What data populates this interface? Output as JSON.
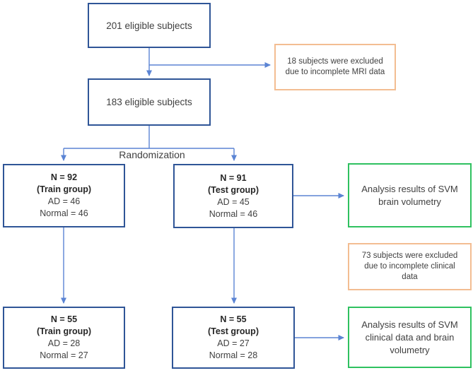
{
  "colors": {
    "box_border_blue": "#2f5597",
    "arrow_blue": "#5b84d4",
    "excluded_border_orange": "#f3bd92",
    "analysis_border_green": "#2fc160",
    "text": "#404040"
  },
  "labels": {
    "randomization": "Randomization"
  },
  "nodes": {
    "eligible_201": {
      "label": "201 eligible subjects"
    },
    "excluded_mri": {
      "label": "18 subjects were excluded due to incomplete MRI data"
    },
    "eligible_183": {
      "label": "183 eligible subjects"
    },
    "train_92": {
      "n": "N = 92",
      "group": "(Train group)",
      "ad": "AD = 46",
      "normal": "Normal = 46"
    },
    "test_91": {
      "n": "N = 91",
      "group": "(Test group)",
      "ad": "AD = 45",
      "normal": "Normal = 46"
    },
    "analysis_brain": {
      "label": "Analysis results of SVM brain volumetry"
    },
    "excluded_clinical": {
      "label": "73 subjects were excluded due to incomplete clinical data"
    },
    "train_55": {
      "n": "N = 55",
      "group": "(Train group)",
      "ad": "AD = 28",
      "normal": "Normal = 27"
    },
    "test_55": {
      "n": "N = 55",
      "group": "(Test group)",
      "ad": "AD = 27",
      "normal": "Normal = 28"
    }
  }
}
